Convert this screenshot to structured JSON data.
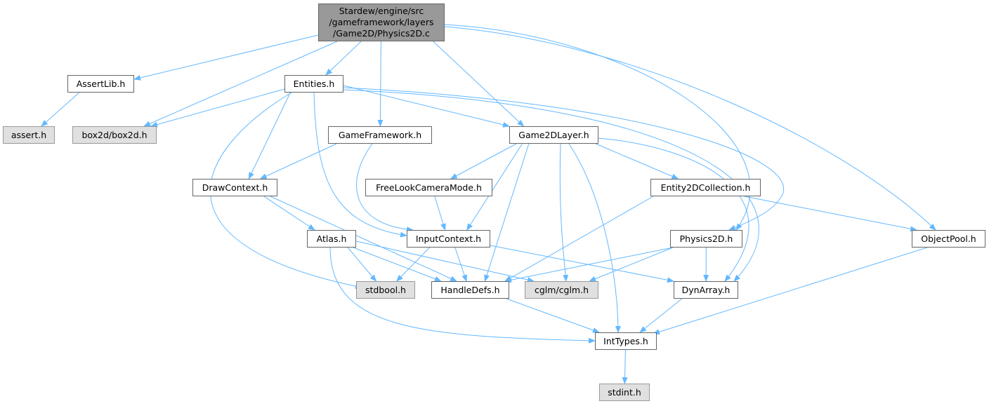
{
  "graph": {
    "root": "Stardew/engine/src\n/gameframework/layers\n/Game2D/Physics2D.c",
    "nodes": {
      "root": "Stardew/engine/src\n/gameframework/layers\n/Game2D/Physics2D.c",
      "assertlib": "AssertLib.h",
      "assert": "assert.h",
      "box2d": "box2d/box2d.h",
      "entities": "Entities.h",
      "gameframework": "GameFramework.h",
      "game2dlayer": "Game2DLayer.h",
      "drawcontext": "DrawContext.h",
      "freelook": "FreeLookCameraMode.h",
      "entity2dcollection": "Entity2DCollection.h",
      "inputcontext": "InputContext.h",
      "physics2d": "Physics2D.h",
      "objectpool": "ObjectPool.h",
      "atlas": "Atlas.h",
      "stdbool": "stdbool.h",
      "handledefs": "HandleDefs.h",
      "cglm": "cglm/cglm.h",
      "dynarray": "DynArray.h",
      "inttypes": "IntTypes.h",
      "stdint": "stdint.h"
    },
    "external": [
      "assert",
      "box2d",
      "stdbool",
      "cglm",
      "stdint"
    ],
    "edges": [
      [
        "root",
        "assertlib"
      ],
      [
        "root",
        "box2d"
      ],
      [
        "root",
        "entities"
      ],
      [
        "root",
        "gameframework"
      ],
      [
        "root",
        "game2dlayer"
      ],
      [
        "root",
        "physics2d"
      ],
      [
        "root",
        "objectpool"
      ],
      [
        "assertlib",
        "assert"
      ],
      [
        "entities",
        "box2d"
      ],
      [
        "entities",
        "drawcontext"
      ],
      [
        "entities",
        "inputcontext"
      ],
      [
        "entities",
        "stdbool"
      ],
      [
        "entities",
        "game2dlayer"
      ],
      [
        "entities",
        "physics2d"
      ],
      [
        "entities",
        "dynarray"
      ],
      [
        "gameframework",
        "drawcontext"
      ],
      [
        "gameframework",
        "inputcontext"
      ],
      [
        "game2dlayer",
        "freelook"
      ],
      [
        "game2dlayer",
        "entity2dcollection"
      ],
      [
        "game2dlayer",
        "inputcontext"
      ],
      [
        "game2dlayer",
        "handledefs"
      ],
      [
        "game2dlayer",
        "cglm"
      ],
      [
        "game2dlayer",
        "inttypes"
      ],
      [
        "game2dlayer",
        "dynarray"
      ],
      [
        "drawcontext",
        "atlas"
      ],
      [
        "drawcontext",
        "handledefs"
      ],
      [
        "freelook",
        "inputcontext"
      ],
      [
        "entity2dcollection",
        "handledefs"
      ],
      [
        "entity2dcollection",
        "objectpool"
      ],
      [
        "inputcontext",
        "stdbool"
      ],
      [
        "inputcontext",
        "handledefs"
      ],
      [
        "inputcontext",
        "dynarray"
      ],
      [
        "physics2d",
        "handledefs"
      ],
      [
        "physics2d",
        "cglm"
      ],
      [
        "physics2d",
        "dynarray"
      ],
      [
        "atlas",
        "stdbool"
      ],
      [
        "atlas",
        "handledefs"
      ],
      [
        "atlas",
        "cglm"
      ],
      [
        "atlas",
        "inttypes"
      ],
      [
        "handledefs",
        "inttypes"
      ],
      [
        "dynarray",
        "inttypes"
      ],
      [
        "objectpool",
        "inttypes"
      ],
      [
        "inttypes",
        "stdint"
      ]
    ],
    "edge_color": "#63b8ff"
  }
}
